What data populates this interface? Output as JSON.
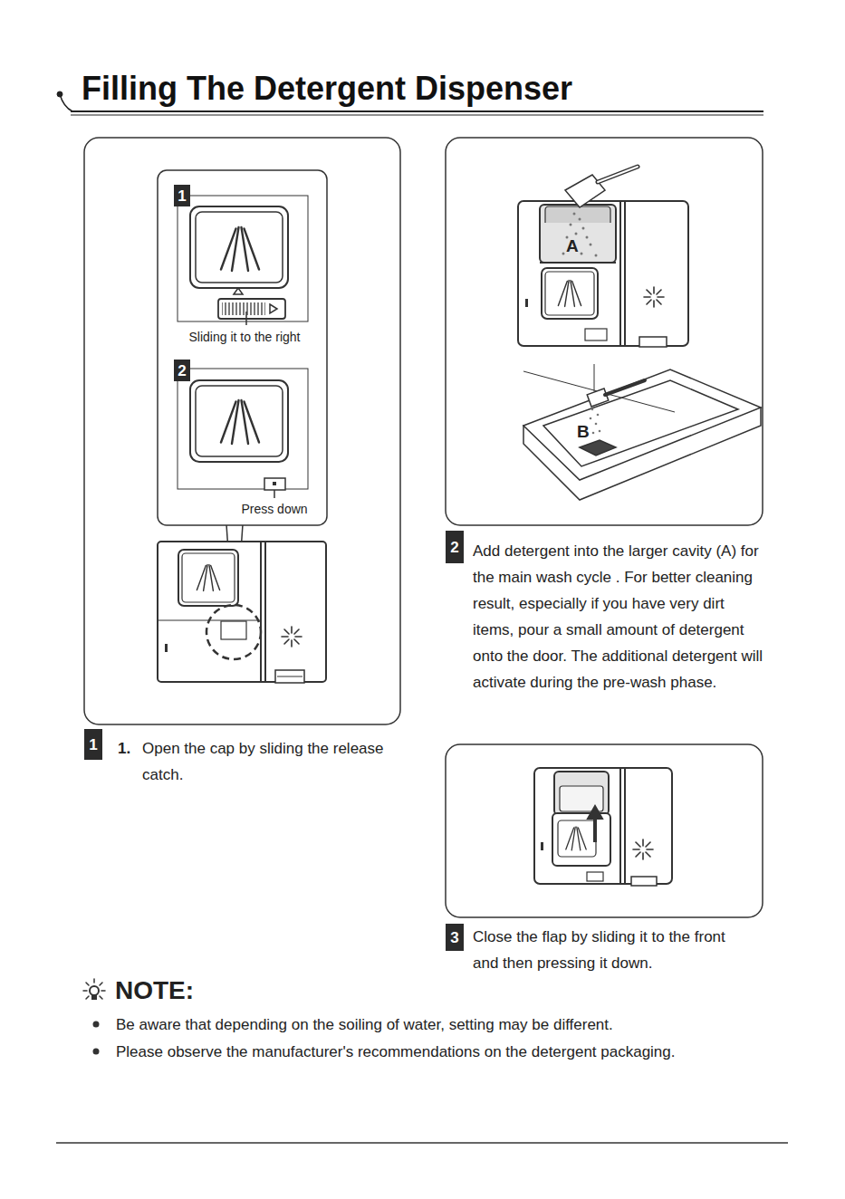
{
  "diagram": {
    "title": "Filling The Detergent Dispenser",
    "nodes": [
      {
        "text": [
          "1",
          "1.",
          "Open the cap by sliding the release catch."
        ]
      },
      {
        "text": [
          "1",
          "Sliding it to the right"
        ],
        "in": 0
      },
      {
        "text": [
          "2",
          "Press down"
        ],
        "in": 0
      },
      {
        "text": [
          "2",
          "Add detergent into the larger cavity (A) for the main wash cycle . For better cleaning result, especially if you have very dirt items, pour a small amount of detergent onto the door. The additional detergent will activate during the pre-wash phase."
        ]
      },
      {
        "text": [
          "3",
          "Close the flap by sliding it to the front and then pressing it down."
        ]
      }
    ],
    "labels": [
      "A",
      "B",
      "NOTE:",
      "Be aware that depending on the soiling of water, setting may be different.",
      "Please observe the manufacturer's recommendations on the detergent packaging."
    ]
  }
}
